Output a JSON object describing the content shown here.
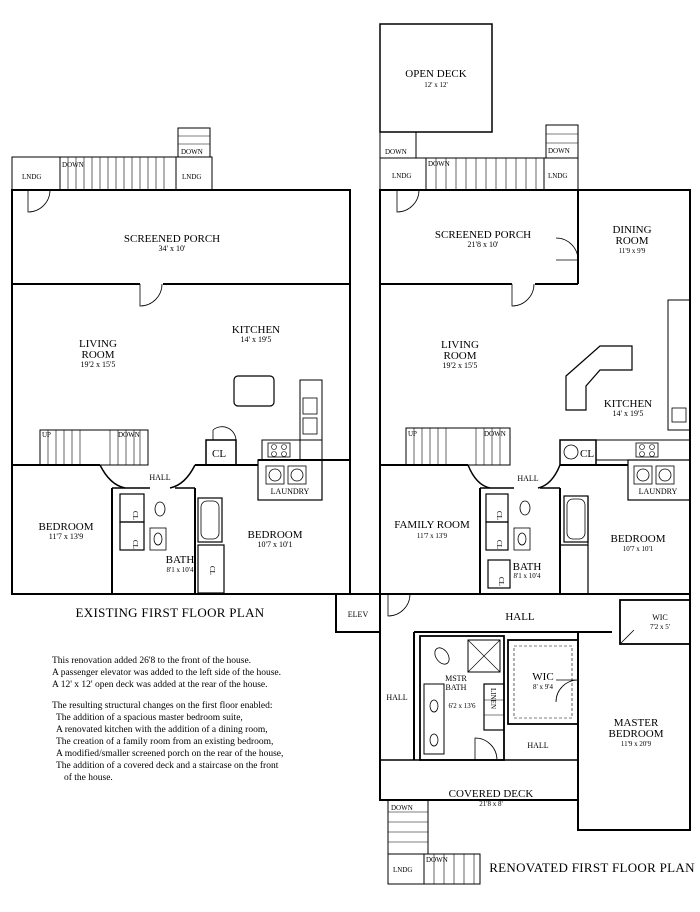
{
  "existing": {
    "title": "EXISTING FIRST FLOOR PLAN",
    "rooms": {
      "screened_porch": {
        "name": "SCREENED PORCH",
        "size": "34' x 10'"
      },
      "living_room": {
        "name": "LIVING ROOM",
        "size": "19'2 x 15'5"
      },
      "kitchen": {
        "name": "KITCHEN",
        "size": "14' x 19'5"
      },
      "hall": {
        "name": "HALL"
      },
      "cl": {
        "name": "CL"
      },
      "laundry": {
        "name": "LAUNDRY"
      },
      "bedroom_left": {
        "name": "BEDROOM",
        "size": "11'7 x 13'9"
      },
      "bath": {
        "name": "BATH",
        "size": "8'1 x 10'4"
      },
      "bedroom_right": {
        "name": "BEDROOM",
        "size": "10'7 x 10'1"
      }
    },
    "labels": {
      "lndg": "LNDG",
      "down": "DOWN",
      "up": "UP",
      "cl": "CL"
    }
  },
  "renovated": {
    "title": "RENOVATED FIRST FLOOR PLAN",
    "rooms": {
      "open_deck": {
        "name": "OPEN DECK",
        "size": "12' x 12'"
      },
      "screened_porch": {
        "name": "SCREENED PORCH",
        "size": "21'8 x 10'"
      },
      "dining_room": {
        "name": "DINING ROOM",
        "size": "11'9 x 9'9"
      },
      "living_room": {
        "name": "LIVING ROOM",
        "size": "19'2 x 15'5"
      },
      "kitchen": {
        "name": "KITCHEN",
        "size": "14' x 19'5"
      },
      "cl": {
        "name": "CL"
      },
      "hall_top": {
        "name": "HALL"
      },
      "laundry": {
        "name": "LAUNDRY"
      },
      "family_room": {
        "name": "FAMILY ROOM",
        "size": "11'7 x 13'9"
      },
      "bath": {
        "name": "BATH",
        "size": "8'1 x 10'4"
      },
      "bedroom": {
        "name": "BEDROOM",
        "size": "10'7 x 10'1"
      },
      "elev": {
        "name": "ELEV"
      },
      "hall_mid": {
        "name": "HALL"
      },
      "wic_small": {
        "name": "WIC",
        "size": "7'2 x 5'"
      },
      "hall_left": {
        "name": "HALL"
      },
      "mstr_bath": {
        "name": "MSTR BATH",
        "size": "6'2 x 13'6"
      },
      "linen": {
        "name": "LINEN"
      },
      "wic_master": {
        "name": "WIC",
        "size": "8' x 9'4"
      },
      "hall_lower": {
        "name": "HALL"
      },
      "master_bedroom": {
        "name": "MASTER BEDROOM",
        "size": "11'9 x 20'9"
      },
      "covered_deck": {
        "name": "COVERED DECK",
        "size": "21'8 x 8'"
      }
    },
    "labels": {
      "lndg": "LNDG",
      "down": "DOWN",
      "up": "UP",
      "cl": "CL"
    }
  },
  "notes": {
    "intro": [
      "This renovation added 26'8 to the front of the house.",
      "A passenger elevator was added to the left side of the house.",
      "A 12' x 12' open deck was added at the rear of the house."
    ],
    "heading": "The resulting structural changes on the first floor enabled:",
    "items": [
      "The addition of a spacious master bedroom suite,",
      "A renovated kitchen with the addition of a dining room,",
      "The creation of a family room from an existing bedroom,",
      "A modified/smaller screened porch on the rear of the house,",
      "The addition of a covered deck and a staircase on the front"
    ],
    "continuation": "of the house."
  }
}
